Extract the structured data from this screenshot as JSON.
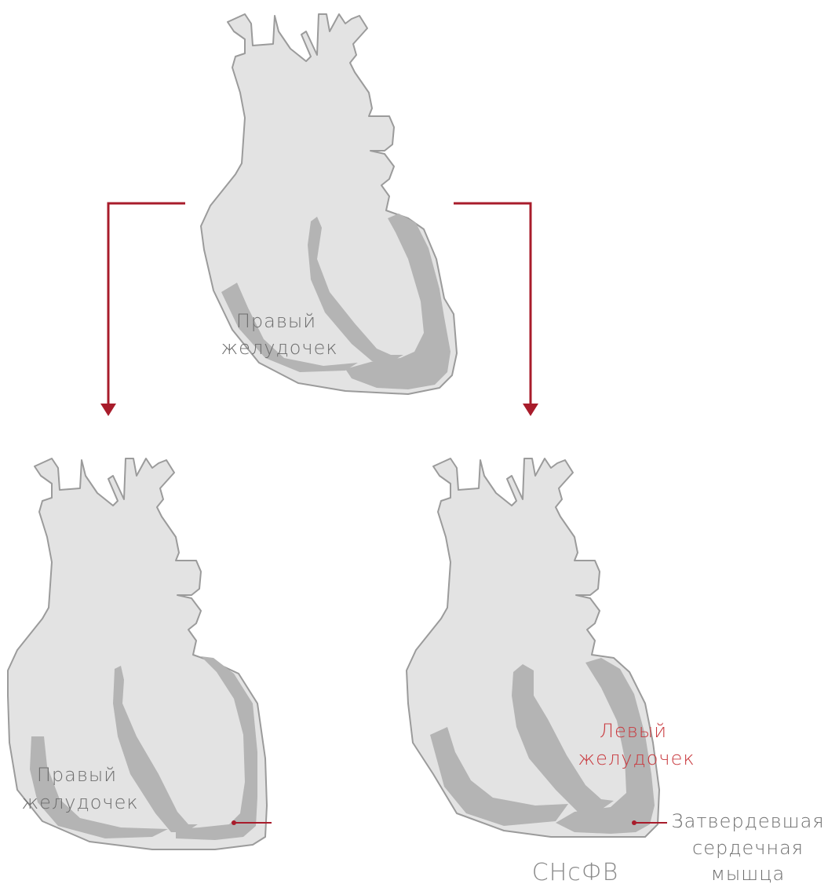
{
  "colors": {
    "heart_fill": "#e3e3e3",
    "heart_stroke": "#9b9b9b",
    "muscle": "#b4b4b4",
    "accent_red": "#a81c2b",
    "label_grey": "#6d6d6d",
    "label_red": "#c93a3f"
  },
  "hearts": {
    "top": {
      "rv_label_line1": "Правый",
      "rv_label_line2": "желудочек"
    },
    "bottom_left": {
      "rv_label_line1": "Правый",
      "rv_label_line2": "желудочек"
    },
    "bottom_right": {
      "lv_label_line1": "Левый",
      "lv_label_line2": "желудочек",
      "stiff_label_line1": "Затвердевшая",
      "stiff_label_line2": "сердечная",
      "stiff_label_line3": "мышца",
      "caption": "СНсФВ"
    }
  }
}
